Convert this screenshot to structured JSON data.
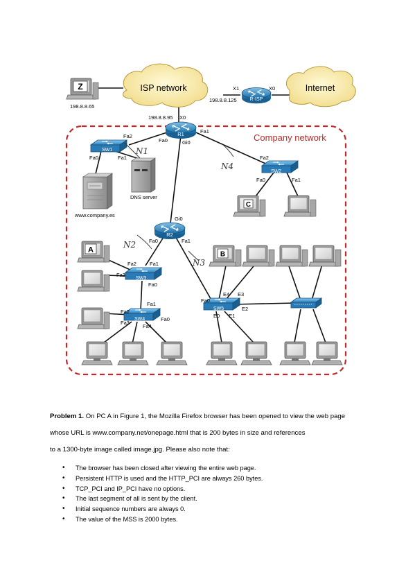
{
  "figure": {
    "nodes": {
      "pc_z": "Z",
      "pc_z_ip": "198.8.8.65",
      "isp_cloud": "ISP network",
      "internet_cloud": "Internet",
      "risp": "R-ISP",
      "risp_x1": "X1",
      "risp_x0": "X0",
      "risp_ip": "198.8.8.125",
      "r1_ip": "198.8.8.95",
      "r1_x0": "X0",
      "r1": "R1",
      "r1_fa0": "Fa0",
      "r1_fa1": "Fa1",
      "r1_gi0": "Gi0",
      "company_network": "Company network",
      "sw1": "SW1",
      "sw1_fa2": "Fa2",
      "sw1_fa0": "Fa0",
      "sw1_fa1": "Fa1",
      "webserver": "www.company.es",
      "dns_server": "DNS server",
      "sw2": "SW2",
      "sw2_fa2": "Fa2",
      "sw2_fa0": "Fa0",
      "sw2_fa1": "Fa1",
      "pc_c": "C",
      "r2": "R2",
      "r2_gi0": "Gi0",
      "r2_fa0": "Fa0",
      "r2_fa1": "Fa1",
      "pc_a": "A",
      "sw3": "SW3",
      "sw3_fa2": "Fa2",
      "sw3_fa1": "Fa1",
      "sw3_fa3": "Fa3",
      "sw3_fa0": "Fa0",
      "sw4": "SW4",
      "sw4_fa1": "Fa1",
      "sw4_fa2": "Fa2",
      "sw4_fa3": "Fa3",
      "sw4_fa4": "Fa4",
      "sw4_fa0": "Fa0",
      "pc_b": "B",
      "sw5": "SW5",
      "sw5_fa0": "Fa0",
      "sw5_e4": "E4",
      "sw5_e3": "E3",
      "sw5_e0": "E0",
      "sw5_e1": "E1",
      "sw5_e2": "E2"
    },
    "handwritten": {
      "n1": "N1",
      "n2": "N2",
      "n3": "N3",
      "n4": "N4"
    }
  },
  "problem": {
    "label": "Problem 1.",
    "line1_rest": " On PC A in Figure 1, the Mozilla Firefox browser has been opened to view the web page",
    "line2": "whose URL is www.company.net/onepage.html that is 200 bytes in size and references",
    "line3": "to a 1300-byte image called image.jpg. Please also note that:",
    "bullets": [
      "The browser has been closed after viewing the entire web page.",
      "Persistent HTTP is used and the HTTP_PCI are always 260 bytes.",
      "TCP_PCI and IP_PCI have no options.",
      "The last segment of all is sent by the client.",
      "Initial sequence numbers are always 0.",
      "The value of the MSS is 2000 bytes."
    ]
  }
}
